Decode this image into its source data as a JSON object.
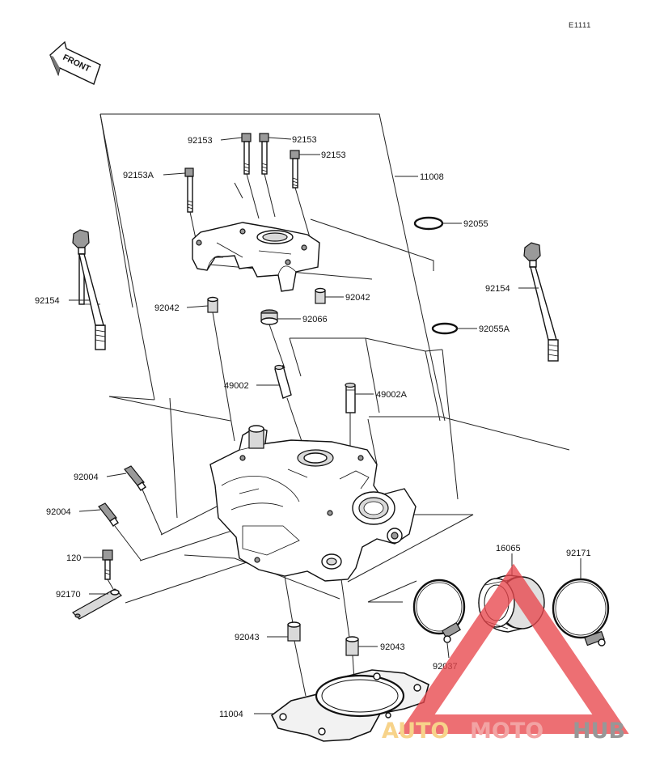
{
  "diagram_code": "E1111",
  "front_label": "FRONT",
  "part_labels": {
    "p92153_a": "92153",
    "p92153_b": "92153",
    "p92153_c": "92153",
    "p92153A": "92153A",
    "p11008": "11008",
    "p92055": "92055",
    "p92154_l": "92154",
    "p92154_r": "92154",
    "p92042_l": "92042",
    "p92042_r": "92042",
    "p92066": "92066",
    "p92055A": "92055A",
    "p49002": "49002",
    "p49002A": "49002A",
    "p92004_a": "92004",
    "p92004_b": "92004",
    "p120": "120",
    "p92170": "92170",
    "p16065": "16065",
    "p92171": "92171",
    "p92043_l": "92043",
    "p92043_r": "92043",
    "p92037": "92037",
    "p11004": "11004"
  },
  "watermark": {
    "part1": "AUTO",
    "part2": "MOTO",
    "part3": "HUB",
    "color_auto": "#f5c76a",
    "color_moto": "#ef8a8a",
    "color_hub": "#7a7a7a",
    "triangle_color": "#e8474d"
  }
}
